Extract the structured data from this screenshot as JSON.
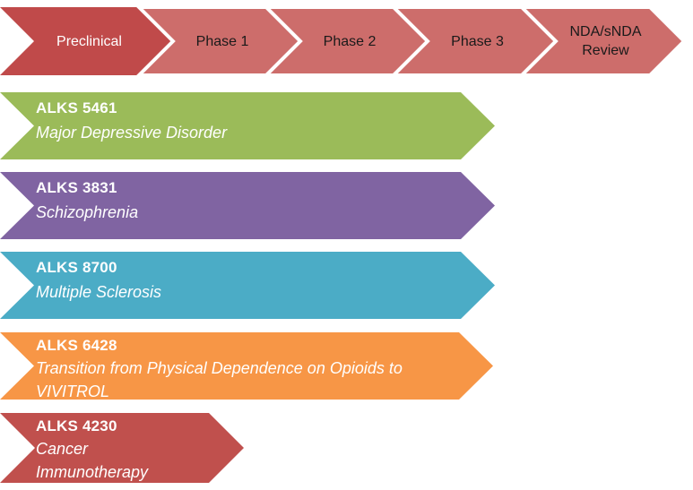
{
  "phase_header": {
    "items": [
      {
        "label": "Preclinical",
        "fill": "#c04a4a"
      },
      {
        "label": "Phase 1",
        "fill": "#cd6d6b"
      },
      {
        "label": "Phase 2",
        "fill": "#cd6d6b"
      },
      {
        "label": "Phase 3",
        "fill": "#cd6d6b"
      },
      {
        "label": [
          "NDA/sNDA",
          "Review"
        ],
        "fill": "#cd6d6b"
      }
    ],
    "separator_color": "#ffffff",
    "preclinical_text_color": "#ffffff",
    "phase_text_color": "#1a1a1a"
  },
  "pipeline": {
    "rows": [
      {
        "code": "ALKS 5461",
        "indication": "Major Depressive Disorder",
        "fill": "#9bbb59"
      },
      {
        "code": "ALKS 3831",
        "indication": "Schizophrenia",
        "fill": "#8064a2"
      },
      {
        "code": "ALKS 8700",
        "indication": "Multiple Sclerosis",
        "fill": "#4bacc6"
      },
      {
        "code": "ALKS 6428",
        "indication": [
          "Transition from Physical Dependence on Opioids to",
          "VIVITROL"
        ],
        "fill": "#f79646"
      },
      {
        "code": "ALKS 4230",
        "indication": [
          "Cancer",
          "Immunotherapy"
        ],
        "fill": "#c0504d"
      }
    ],
    "text_color": "#ffffff"
  }
}
